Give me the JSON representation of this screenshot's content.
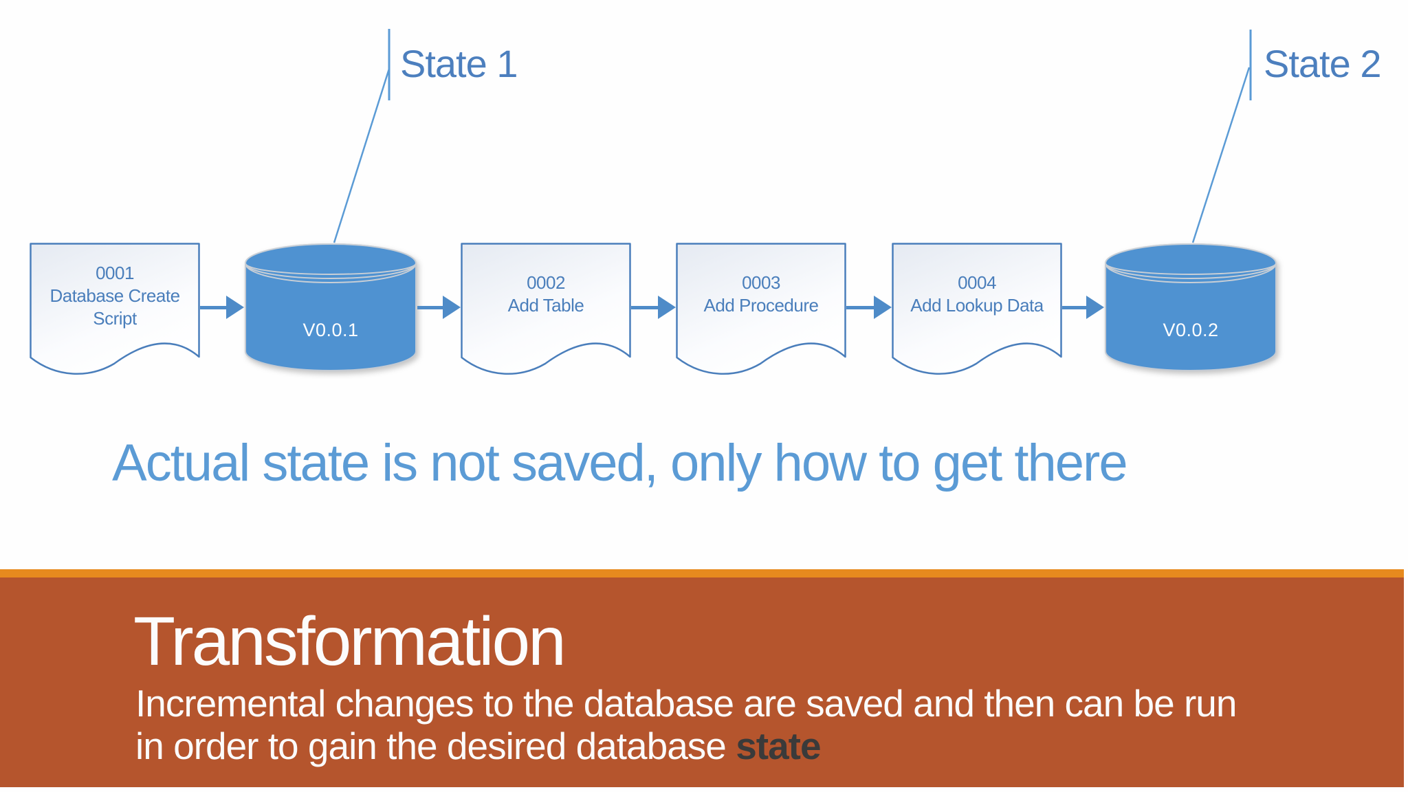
{
  "slide": {
    "state1_label": "State 1",
    "state2_label": "State 2",
    "flow": {
      "nodes": [
        {
          "type": "document",
          "line1": "0001",
          "line2": "Database Create",
          "line3": "Script"
        },
        {
          "type": "database",
          "label": "V0.0.1"
        },
        {
          "type": "document",
          "line1": "0002",
          "line2": "Add Table"
        },
        {
          "type": "document",
          "line1": "0003",
          "line2": "Add Procedure"
        },
        {
          "type": "document",
          "line1": "0004",
          "line2": "Add Lookup Data"
        },
        {
          "type": "database",
          "label": "V0.0.2"
        }
      ]
    },
    "message": "Actual state is not saved, only how to get there",
    "footer": {
      "title": "Transformation",
      "subtitle_line1": "Incremental changes to the database are saved and then can be run",
      "subtitle_line2_prefix": "in order to gain the desired database ",
      "subtitle_emphasis": "state"
    },
    "colors": {
      "shape_outline_blue": "#4a7ebb",
      "cylinder_fill": "#4f92d1",
      "arrow_blue": "#4e8bc8",
      "callout_line_blue": "#5b9bd5",
      "message_blue": "#5b9bd5",
      "accent_strip_orange": "#e78a1e",
      "band_orange": "#b5552d",
      "subtitle_emphasis_dark": "#3a3a3a"
    }
  }
}
